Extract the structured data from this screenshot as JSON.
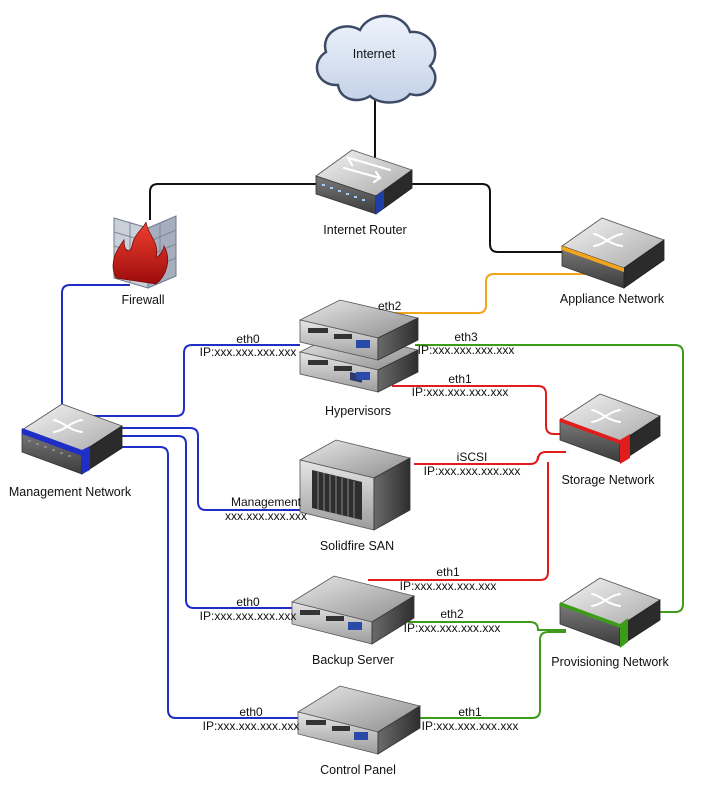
{
  "colors": {
    "internet": "#000000",
    "management": "#1f2fc6",
    "appliance": "#f2a51a",
    "storage": "#e01c1c",
    "provisioning": "#3e9b1a"
  },
  "nodes": {
    "internet": {
      "label": "Internet",
      "icon": "cloud-icon"
    },
    "router": {
      "label": "Internet Router",
      "icon": "router-icon"
    },
    "firewall": {
      "label": "Firewall",
      "icon": "firewall-icon"
    },
    "appliance": {
      "label": "Appliance Network",
      "icon": "switch-icon"
    },
    "hypervisors": {
      "label": "Hypervisors",
      "icon": "server-icon"
    },
    "management": {
      "label": "Management Network",
      "icon": "switch-icon"
    },
    "storage": {
      "label": "Storage Network",
      "icon": "switch-icon"
    },
    "san": {
      "label": "Solidfire SAN",
      "icon": "storage-array-icon"
    },
    "backup": {
      "label": "Backup Server",
      "icon": "server-icon"
    },
    "provisioning": {
      "label": "Provisioning Network",
      "icon": "switch-icon"
    },
    "control": {
      "label": "Control Panel",
      "icon": "server-icon"
    }
  },
  "links": {
    "hyp_eth2": {
      "name": "eth2"
    },
    "hyp_eth0": {
      "name": "eth0",
      "ip": "IP:xxx.xxx.xxx.xxx"
    },
    "hyp_eth3": {
      "name": "eth3",
      "ip": "IP:xxx.xxx.xxx.xxx"
    },
    "hyp_eth1": {
      "name": "eth1",
      "ip": "IP:xxx.xxx.xxx.xxx"
    },
    "san_iscsi": {
      "name": "iSCSI",
      "ip": "IP:xxx.xxx.xxx.xxx"
    },
    "san_mgmt": {
      "name": "Management",
      "ip": "xxx.xxx.xxx.xxx"
    },
    "backup_eth1": {
      "name": "eth1",
      "ip": "IP:xxx.xxx.xxx.xxx"
    },
    "backup_eth0": {
      "name": "eth0",
      "ip": "IP:xxx.xxx.xxx.xxx"
    },
    "backup_eth2": {
      "name": "eth2",
      "ip": "IP:xxx.xxx.xxx.xxx"
    },
    "control_eth0": {
      "name": "eth0",
      "ip": "IP:xxx.xxx.xxx.xxx"
    },
    "control_eth1": {
      "name": "eth1",
      "ip": "IP:xxx.xxx.xxx.xxx"
    }
  }
}
